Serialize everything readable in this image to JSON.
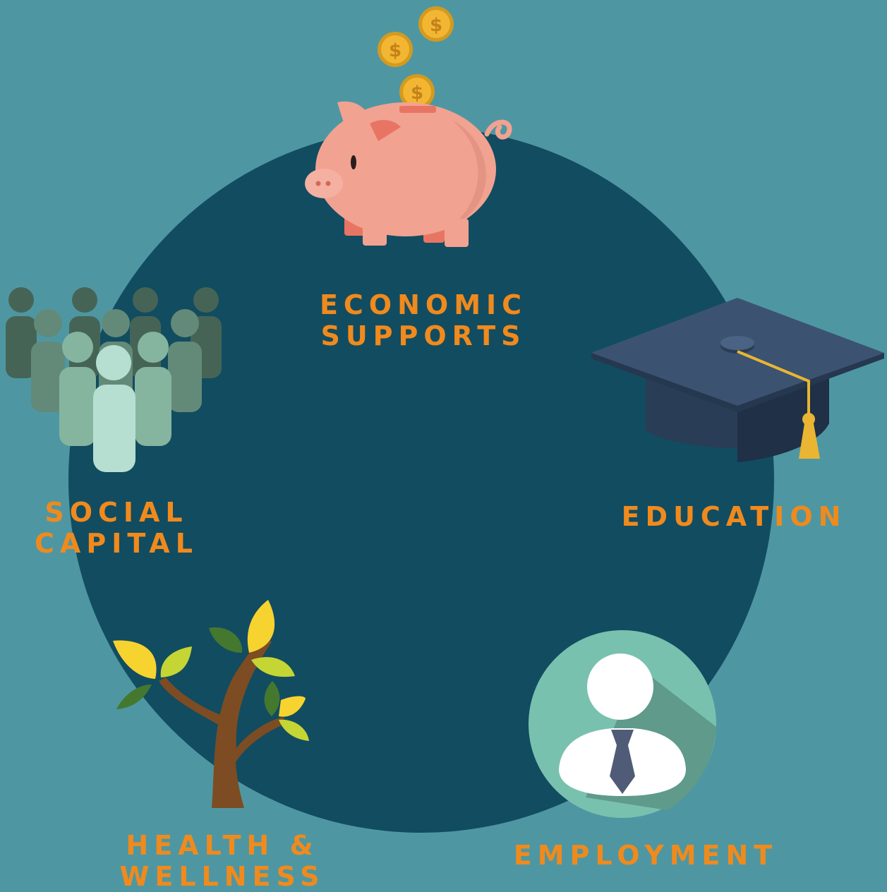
{
  "colors": {
    "background": "#4e97a2",
    "circle": "#124c60",
    "label": "#f08a1d",
    "pig": "#f2a290",
    "coin": "#f2b632",
    "cap": "#3b5371",
    "tassel": "#e9b533",
    "people": [
      "#466455",
      "#638a79",
      "#85b59f",
      "#b6dfd1"
    ],
    "employment_disc": "#79c1af",
    "leaf_yellow": "#f7d330",
    "leaf_lime": "#c5d534",
    "leaf_green": "#44782f",
    "trunk": "#7d4c23"
  },
  "icons": {
    "economic": "piggy-bank-icon",
    "education": "graduation-cap-icon",
    "social": "people-crowd-icon",
    "health": "tree-icon",
    "employment": "employee-avatar-icon"
  },
  "labels": {
    "economic": [
      "ECONOMIC",
      "SUPPORTS"
    ],
    "social": [
      "SOCIAL",
      "CAPITAL"
    ],
    "education": [
      "EDUCATION"
    ],
    "health": [
      "HEALTH &",
      "WELLNESS"
    ],
    "employment": [
      "EMPLOYMENT"
    ]
  }
}
